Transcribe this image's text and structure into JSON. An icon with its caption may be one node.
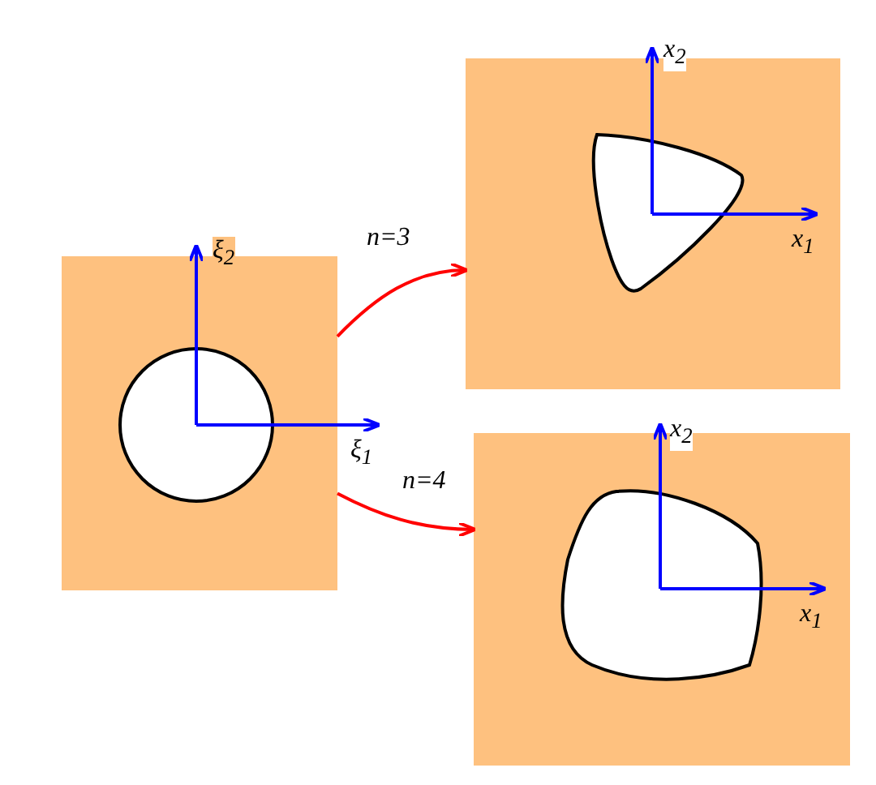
{
  "diagram": {
    "nodes": [
      {
        "text": [],
        "shape": "box"
      },
      {
        "text": [],
        "shape": "circle",
        "in": 0
      },
      {
        "text": [],
        "shape": "box"
      },
      {
        "text": [],
        "shape": "triangle",
        "in": 2
      },
      {
        "text": [],
        "shape": "box"
      },
      {
        "text": [],
        "shape": "square",
        "in": 4
      }
    ],
    "edges": [
      {
        "from": 0,
        "to": 2,
        "arrow": "to",
        "label": "n=3"
      },
      {
        "from": 0,
        "to": 4,
        "arrow": "to",
        "label": "n=4"
      }
    ],
    "labels": [
      "ξ$_{2}$",
      "ξ$_{1}$",
      "x$_{2}$",
      "x$_{1}$",
      "x$_{2}$",
      "x$_{1}$"
    ]
  }
}
